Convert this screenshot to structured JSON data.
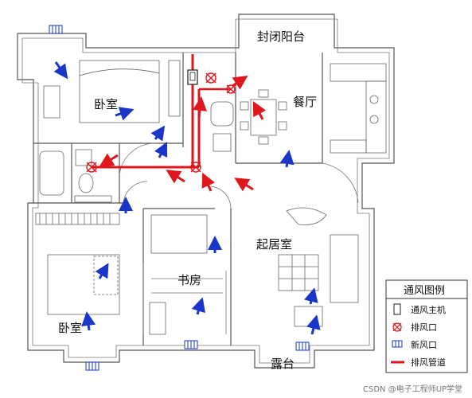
{
  "rooms": {
    "bedroom_top": "卧室",
    "closed_balcony": "封闭阳台",
    "dining": "餐厅",
    "living": "起居室",
    "study": "书房",
    "bedroom_bottom": "卧室",
    "terrace": "露台"
  },
  "legend": {
    "title": "通风图例",
    "items": [
      {
        "icon": "ventilation-unit-icon",
        "label": "通风主机"
      },
      {
        "icon": "exhaust-vent-icon",
        "label": "排风口"
      },
      {
        "icon": "fresh-air-vent-icon",
        "label": "新风口"
      },
      {
        "icon": "exhaust-duct-icon",
        "label": "排风管道"
      }
    ]
  },
  "watermark": "CSDN @电子工程师UP学堂",
  "colors": {
    "exhaust": "#e0161d",
    "fresh": "#1a35c9",
    "wall": "#555555"
  }
}
